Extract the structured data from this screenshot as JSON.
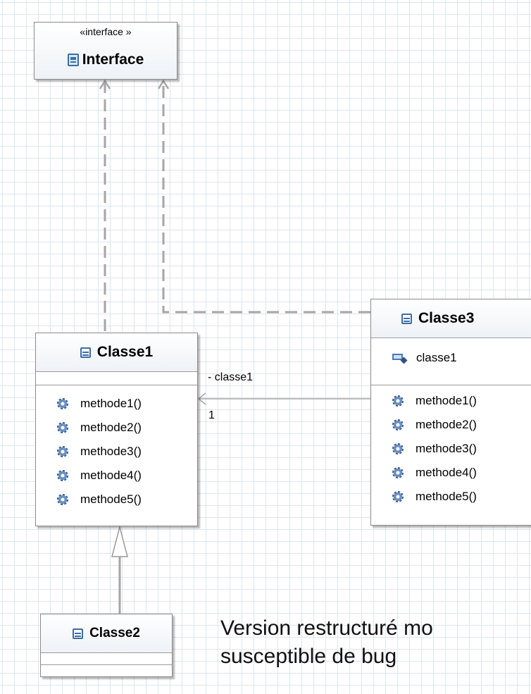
{
  "interface": {
    "stereotype": "«interface »",
    "name": "Interface"
  },
  "classe1": {
    "name": "Classe1",
    "methods": [
      "methode1()",
      "methode2()",
      "methode3()",
      "methode4()",
      "methode5()"
    ]
  },
  "classe2": {
    "name": "Classe2"
  },
  "classe3": {
    "name": "Classe3",
    "attributes": [
      "classe1"
    ],
    "methods": [
      "methode1()",
      "methode2()",
      "methode3()",
      "methode4()",
      "methode5()"
    ]
  },
  "association": {
    "role": "- classe1",
    "multiplicity": "1"
  },
  "note": {
    "line1": "Version restructuré mo",
    "line2": "susceptible de bug"
  },
  "colors": {
    "grid": "#dde6ef",
    "box_border": "#8b8b8b",
    "link_dashed": "#a6a6a6",
    "icon_blue": "#3b6ea5"
  }
}
